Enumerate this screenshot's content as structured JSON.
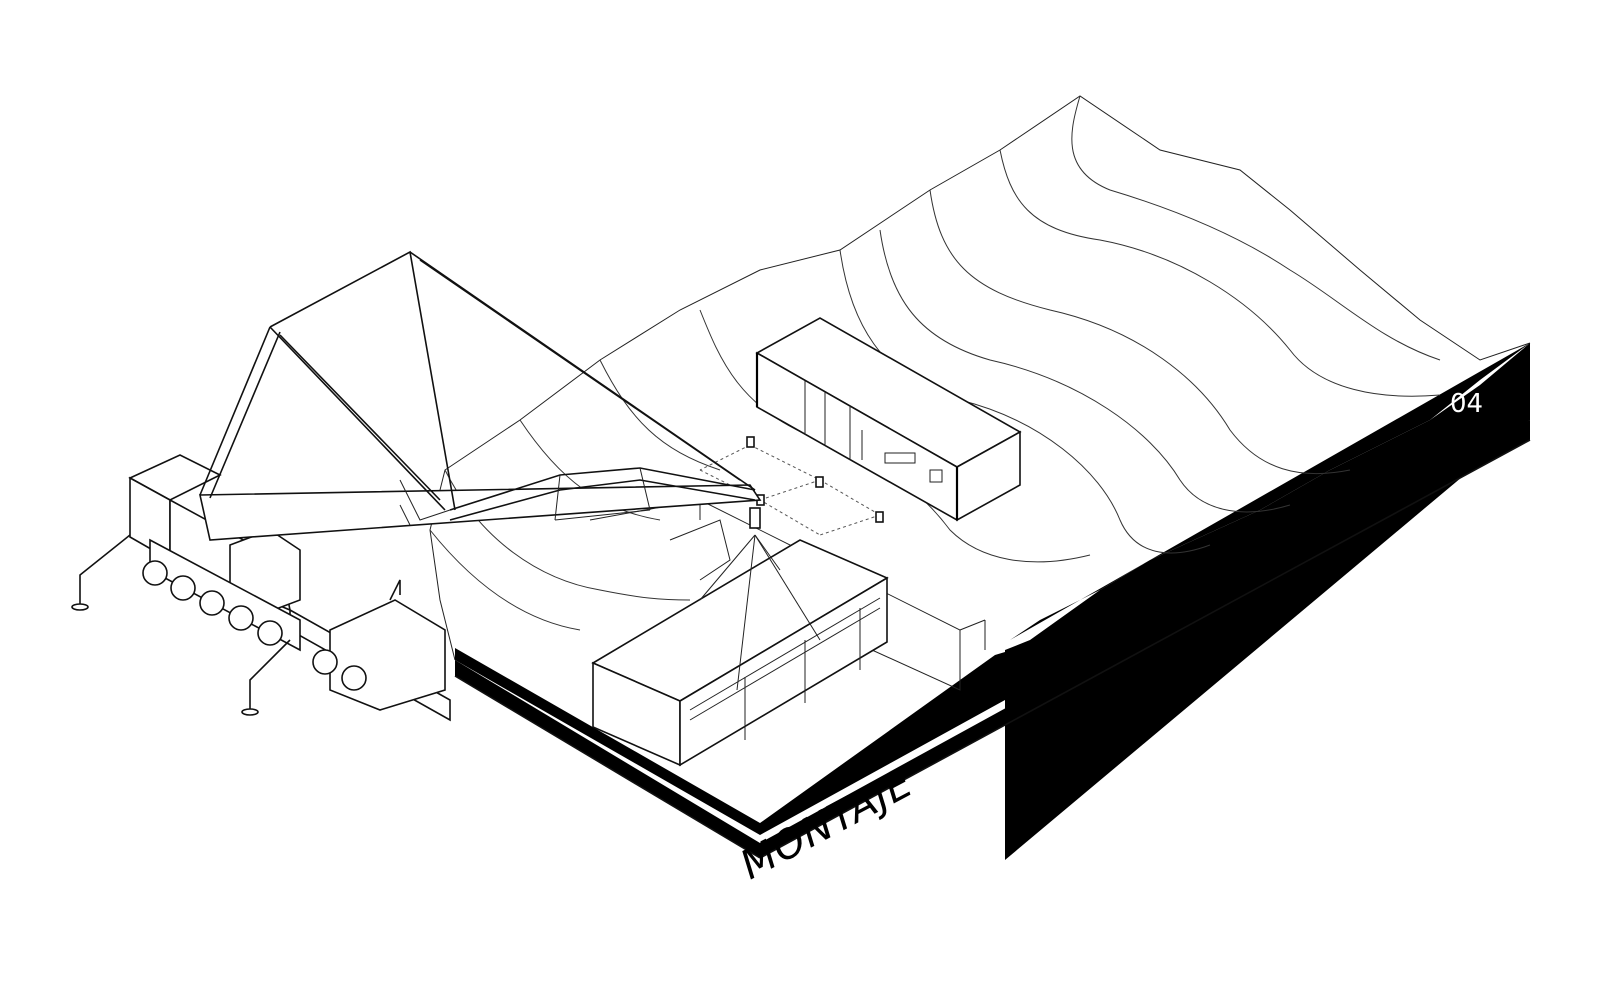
{
  "diagram": {
    "title": "MONTAJE",
    "step_number": "04",
    "colors": {
      "ink": "#000000",
      "line": "#222222",
      "paper": "#ffffff"
    },
    "elements": [
      "terrain-block",
      "crane-truck",
      "lattice-boom",
      "upper-module",
      "lower-module",
      "foundation-posts",
      "contour-lines"
    ]
  }
}
